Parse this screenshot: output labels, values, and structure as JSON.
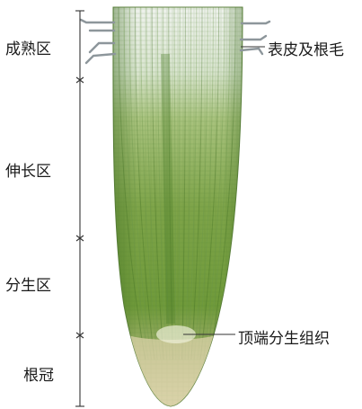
{
  "zones": [
    {
      "label": "成熟区"
    },
    {
      "label": "伸长区"
    },
    {
      "label": "分生区"
    },
    {
      "label": "根冠"
    }
  ],
  "callouts": {
    "epidermis": "表皮及根毛",
    "apical_meristem": "顶端分生组织"
  },
  "colors": {
    "root_light": "#e7eee4",
    "root_mid": "#8fb15c",
    "root_dark": "#5e8a31",
    "cap": "#d6cfa6",
    "line": "#333333"
  }
}
